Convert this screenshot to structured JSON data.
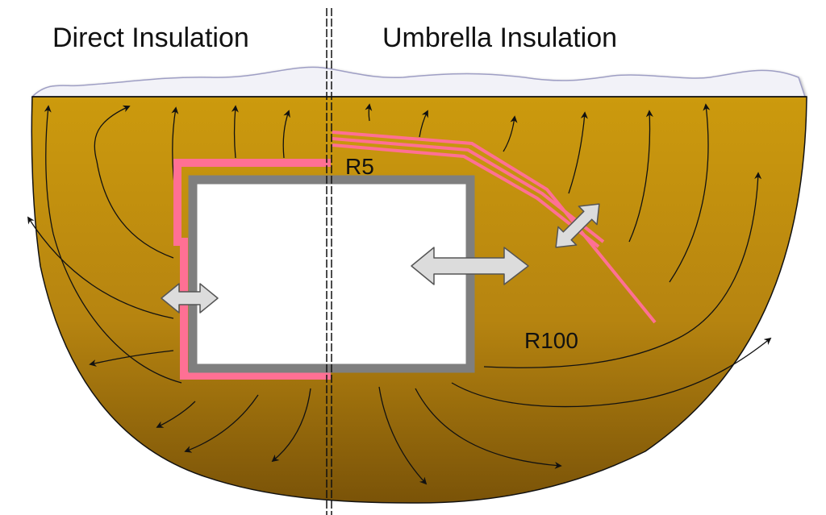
{
  "titles": {
    "left": "Direct Insulation",
    "right": "Umbrella Insulation"
  },
  "labels": {
    "r_small": "R5",
    "r_large": "R100"
  },
  "colors": {
    "soil_top": "#cc9a0d",
    "soil_bottom": "#7a5308",
    "insulation": "#ff7094",
    "wall": "#7f7f7f",
    "arrow_fill": "#dcdcdc",
    "snow": "#f2f2f8",
    "flow_lines": "#111111"
  }
}
